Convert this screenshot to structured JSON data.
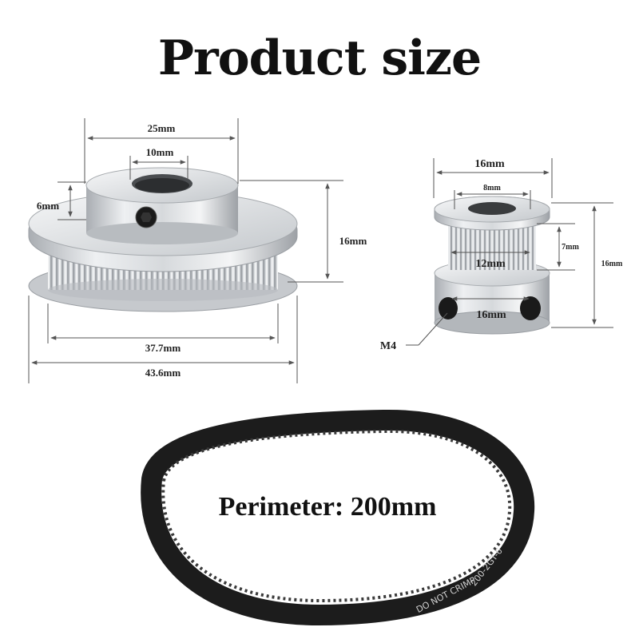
{
  "title": "Product size",
  "large_pulley": {
    "dim_hub_diameter": "25mm",
    "dim_bore": "10mm",
    "dim_hub_height": "6mm",
    "dim_total_height": "16mm",
    "dim_teeth_diameter": "37.7mm",
    "dim_flange_diameter": "43.6mm"
  },
  "small_pulley": {
    "dim_flange_diameter": "16mm",
    "dim_bore": "8mm",
    "dim_teeth_height": "7mm",
    "dim_teeth_diameter": "12mm",
    "dim_hub_diameter": "16mm",
    "dim_total_height": "16mm",
    "screw_label": "M4"
  },
  "belt": {
    "perimeter_label": "Perimeter: 200mm",
    "print_text_1": "DO NOT CRIMP",
    "print_text_2": "200-2GT-6"
  },
  "colors": {
    "aluminum": "#c9ccd0",
    "aluminum_light": "#eef0f2",
    "aluminum_dark": "#8e9296",
    "belt": "#1c1c1c",
    "dimension_line": "#555555"
  }
}
